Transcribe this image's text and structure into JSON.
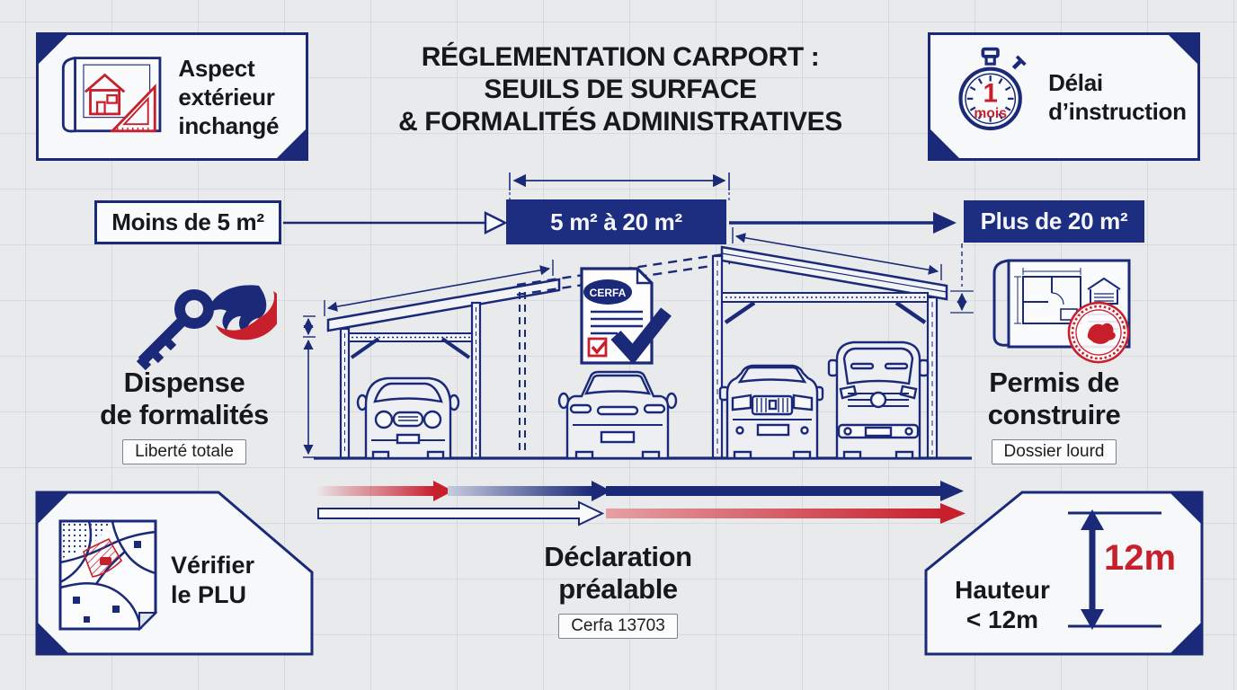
{
  "colors": {
    "navy": "#1b2a78",
    "banner_blue": "#1d2d80",
    "red": "#c81f2d",
    "background": "#e9eaec"
  },
  "header": {
    "title_lines": [
      "RÉGLEMENTATION CARPORT :",
      "SEUILS DE SURFACE",
      "& FORMALITÉS ADMINISTRATIVES"
    ]
  },
  "corner_badges": {
    "top_left": {
      "label": "Aspect extérieur inchangé",
      "icon": "blueprint-house-ruler-icon"
    },
    "top_right": {
      "label_line1": "Délai",
      "label_line2": "d’instruction",
      "stopwatch_value": "1",
      "stopwatch_unit": "mois",
      "icon": "stopwatch-icon"
    },
    "bottom_left": {
      "label_line1": "Vérifier",
      "label_line2": "le PLU",
      "icon": "plu-map-icon"
    },
    "bottom_right": {
      "label_line1": "Hauteur",
      "label_line2": "< 12m",
      "height_value": "12m",
      "icon": "height-dimension-icon"
    }
  },
  "thresholds": {
    "small": {
      "label": "Moins de 5 m²"
    },
    "medium": {
      "label": "5 m² à 20 m²"
    },
    "large": {
      "label": "Plus de 20 m²"
    }
  },
  "outcomes": {
    "dispense": {
      "line1": "Dispense",
      "line2": "de formalités",
      "tag": "Liberté totale",
      "icons": [
        "key-icon",
        "liberty-bird-icon"
      ]
    },
    "declaration": {
      "line1": "Déclaration",
      "line2": "préalable",
      "tag": "Cerfa 13703",
      "document_label": "CERFA",
      "icon": "cerfa-document-check-icon"
    },
    "permis": {
      "line1": "Permis de",
      "line2": "construire",
      "tag": "Dossier lourd",
      "icon": "blueprint-permit-stamp-icon"
    }
  }
}
